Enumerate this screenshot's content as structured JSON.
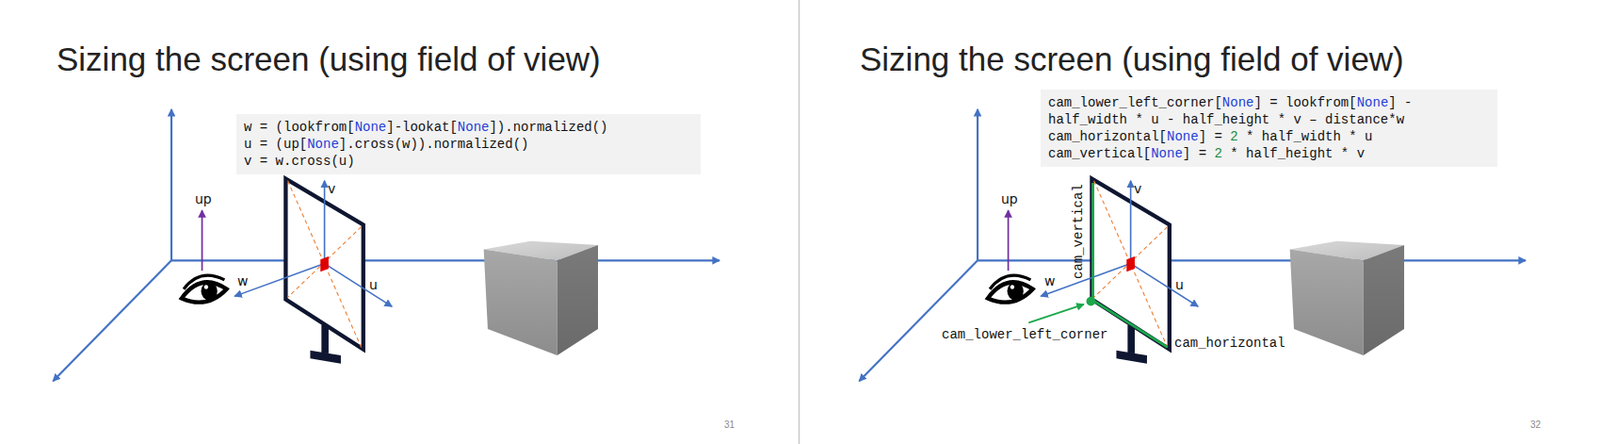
{
  "diagram": {
    "title": "Sizing the screen (using field of view)",
    "nodes": [
      {
        "text": [
          "w = (lookfrom[None]-lookat[None]).normalized()",
          "u = (up[None].cross(w)).normalized()",
          "v = w.cross(u)"
        ]
      },
      {
        "text": [
          "cam_lower_left_corner[None] = lookfrom[None] - half_width * u - half_height * v – distance*w",
          "cam_horizontal[None] = 2 * half_width * u",
          "cam_vertical[None] = 2 * half_height * v"
        ]
      }
    ],
    "labels": [
      "up",
      "v",
      "w",
      "u",
      "31",
      "Sizing the screen (using field of view)",
      "cam_vertical",
      "up",
      "v",
      "w",
      "u",
      "cam_lower_left_corner",
      "cam_horizontal",
      "32"
    ]
  }
}
